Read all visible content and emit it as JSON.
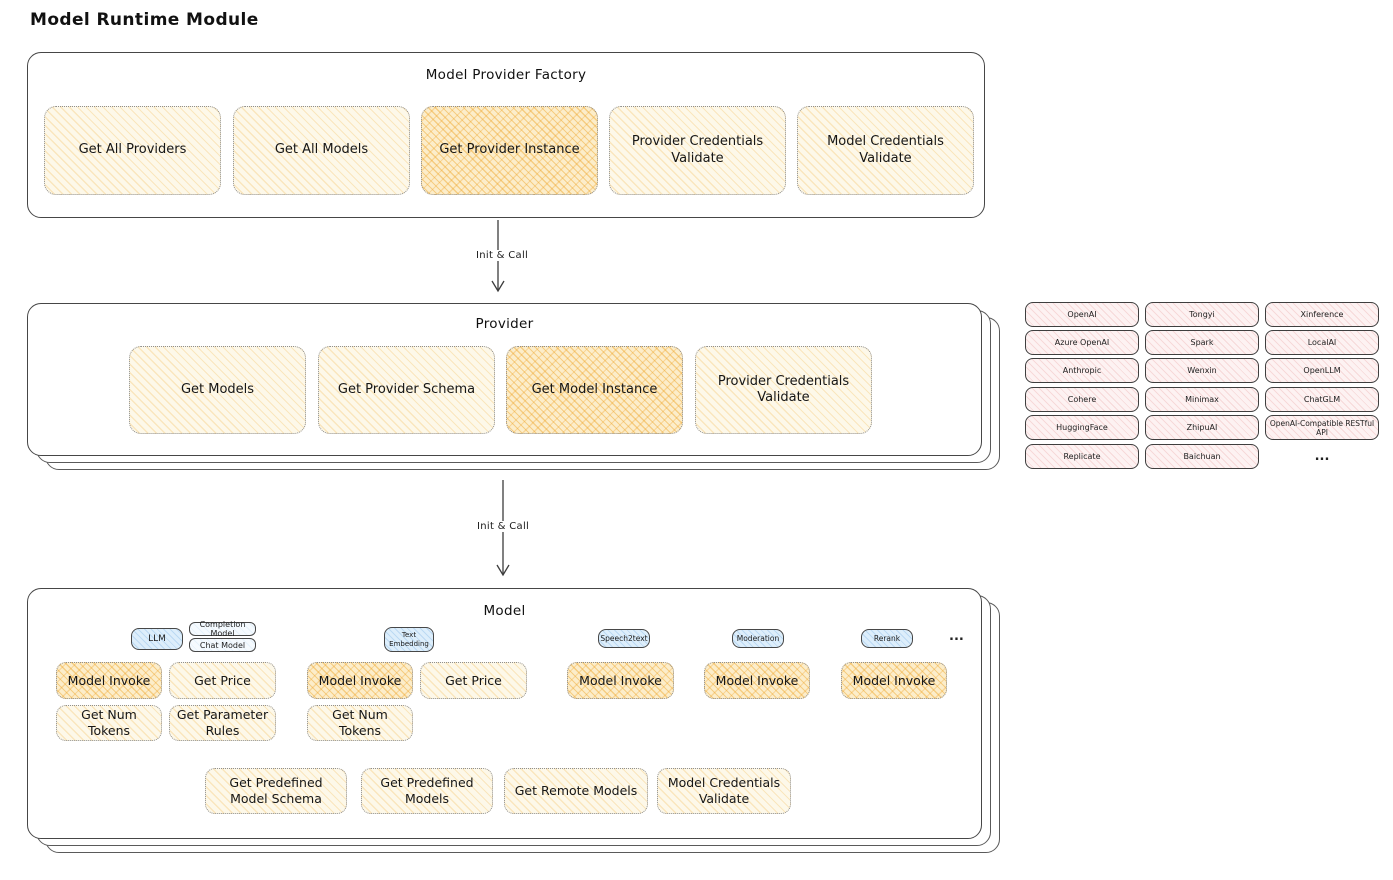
{
  "diagram_title": "Model Runtime Module",
  "colors": {
    "button_fill": "#fdf8e9",
    "button_fill_highlight": "#fcedca",
    "hatch_orange": "#eda020",
    "catalog_fill": "#fdf2f2",
    "catalog_hatch": "#e08080",
    "tag_fill": "#ddeefb",
    "border_dark": "#464646"
  },
  "factory": {
    "title": "Model Provider Factory",
    "buttons": [
      {
        "label": "Get All Providers",
        "highlighted": false
      },
      {
        "label": "Get All Models",
        "highlighted": false
      },
      {
        "label": "Get Provider Instance",
        "highlighted": true
      },
      {
        "label": "Provider Credentials Validate",
        "highlighted": false
      },
      {
        "label": "Model Credentials Validate",
        "highlighted": false
      }
    ]
  },
  "flow": {
    "arrow1_label": "Init & Call",
    "arrow2_label": "Init & Call"
  },
  "provider": {
    "title": "Provider",
    "buttons": [
      {
        "label": "Get Models",
        "highlighted": false
      },
      {
        "label": "Get Provider Schema",
        "highlighted": false
      },
      {
        "label": "Get Model Instance",
        "highlighted": true
      },
      {
        "label": "Provider Credentials Validate",
        "highlighted": false
      }
    ]
  },
  "provider_catalog": {
    "items": [
      "OpenAI",
      "Tongyi",
      "Xinference",
      "Azure OpenAI",
      "Spark",
      "LocalAI",
      "Anthropic",
      "Wenxin",
      "OpenLLM",
      "Cohere",
      "Minimax",
      "ChatGLM",
      "HuggingFace",
      "ZhipuAI",
      "OpenAI-Compatible RESTful API",
      "Replicate",
      "Baichuan"
    ],
    "more": "..."
  },
  "model": {
    "title": "Model",
    "model_types": {
      "llm": "LLM",
      "completion": "Completion Model",
      "chat": "Chat Model",
      "text_embedding": "Text Embedding",
      "speech2text": "Speech2text",
      "moderation": "Moderation",
      "rerank": "Rerank",
      "more": "..."
    },
    "actions": {
      "model_invoke": "Model Invoke",
      "get_price": "Get Price",
      "get_num_tokens": "Get Num Tokens",
      "get_parameter_rules": "Get Parameter Rules",
      "get_predefined_model_schema": "Get Predefined Model Schema",
      "get_predefined_models": "Get Predefined Models",
      "get_remote_models": "Get Remote Models",
      "model_credentials_validate": "Model Credentials Validate"
    }
  }
}
